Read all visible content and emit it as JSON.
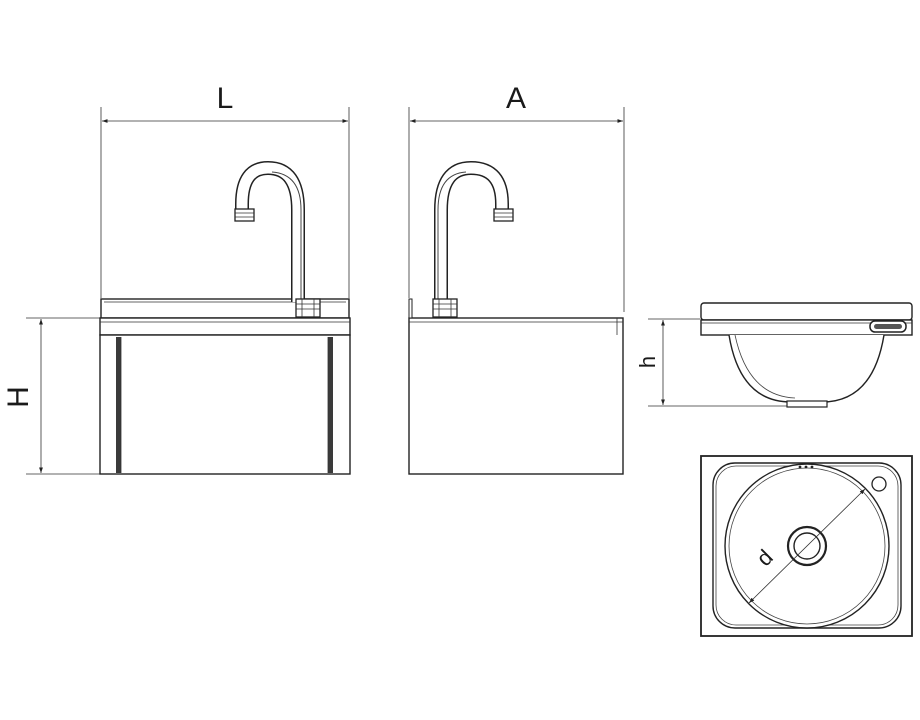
{
  "labels": {
    "length": "L",
    "depth": "A",
    "height": "H",
    "bowl_height": "h",
    "bowl_diameter": "d"
  },
  "colors": {
    "line": "#222222",
    "background": "#ffffff"
  }
}
